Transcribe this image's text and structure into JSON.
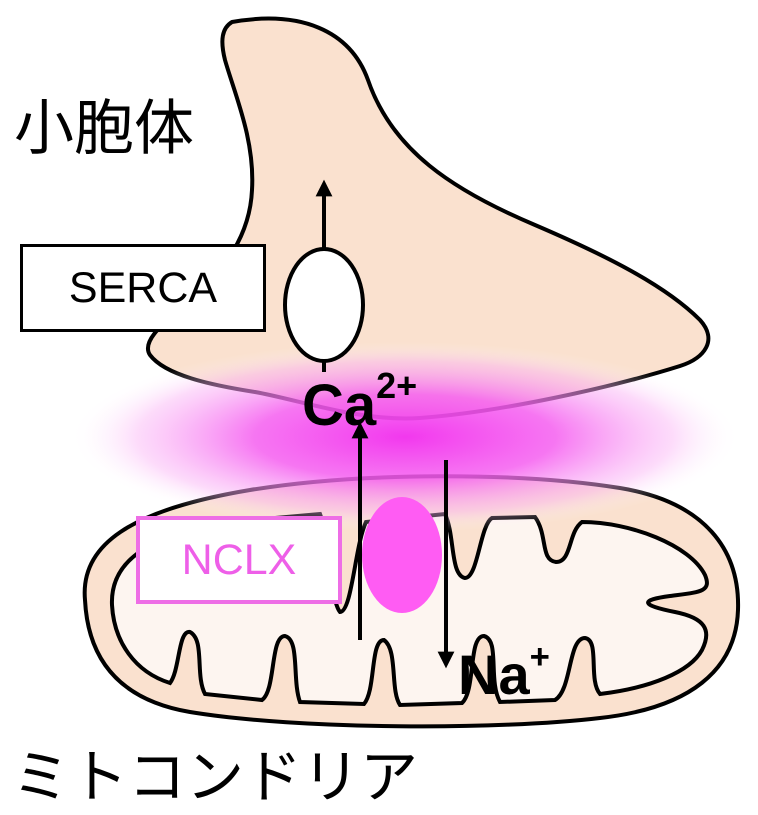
{
  "labels": {
    "organelle_top": "小胞体",
    "organelle_bottom": "ミトコンドリア",
    "pump": "SERCA",
    "exchanger": "NCLX"
  },
  "ions": {
    "calcium": {
      "symbol": "Ca",
      "charge": "2+"
    },
    "sodium": {
      "symbol": "Na",
      "charge": "+"
    }
  },
  "colors": {
    "er_fill": "#fae1cf",
    "mito_fill": "#fae1cf",
    "matrix_fill": "#fdf5f0",
    "calcium_glow": "#f238ee",
    "nclx": "#ff5cf3",
    "outline": "#000000"
  }
}
